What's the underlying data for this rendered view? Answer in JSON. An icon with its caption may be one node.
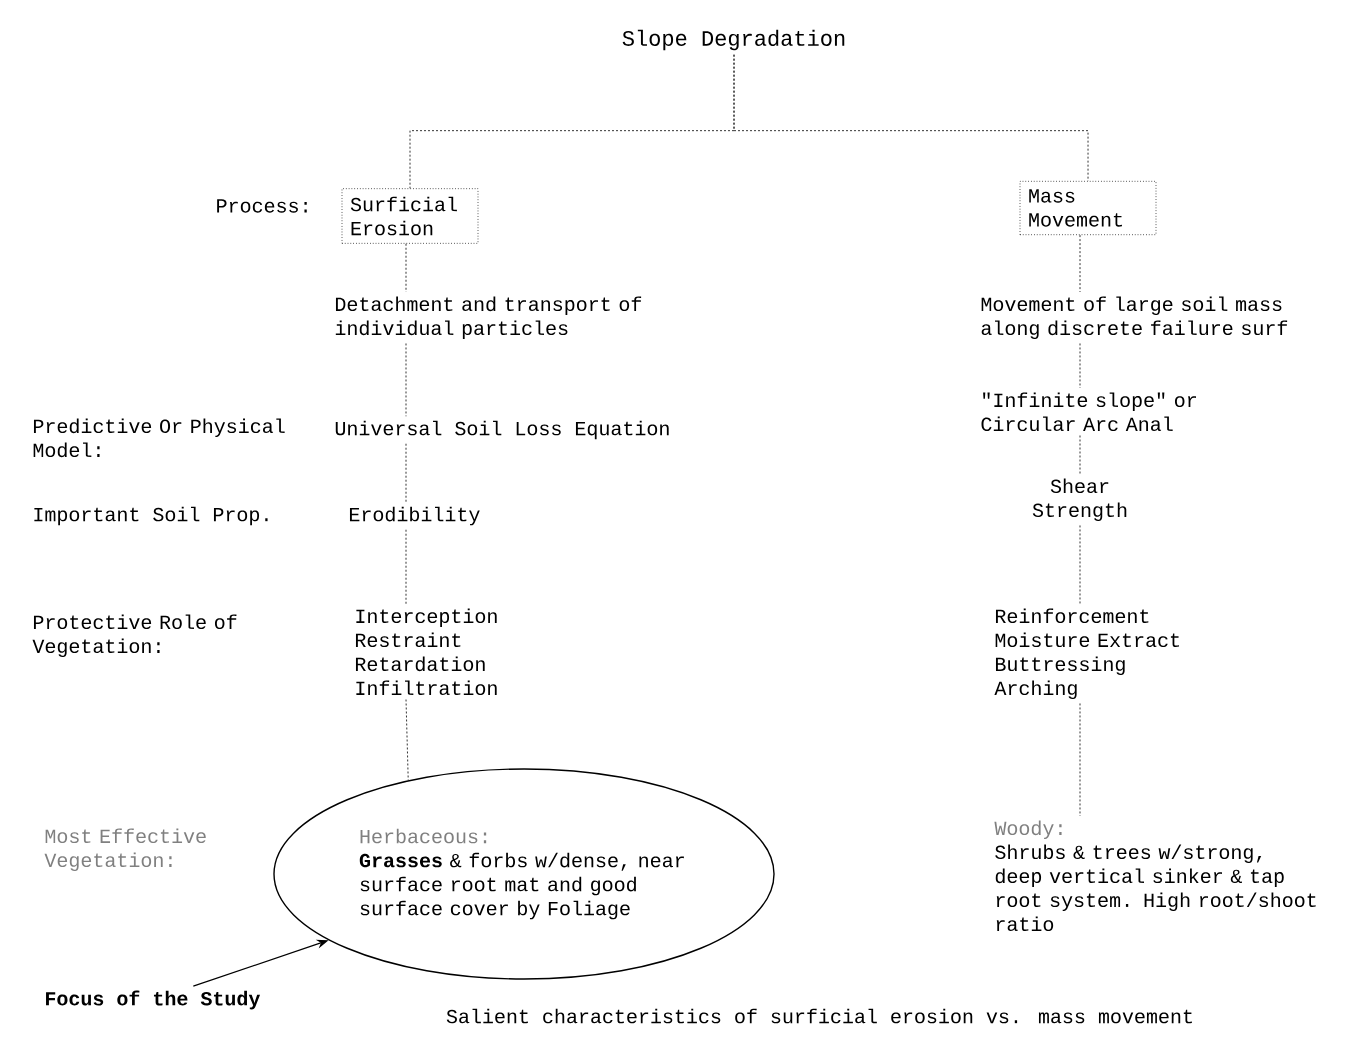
{
  "diagram": {
    "caption": "Salient characteristics of surficial erosion vs. mass movement",
    "nodes": [
      {
        "text": [
          "Slope Degradation"
        ]
      },
      {
        "text": [
          "Surficial Erosion"
        ]
      },
      {
        "text": [
          "Mass Movement"
        ]
      },
      {
        "text": [
          "Detachment and transport of individual particles"
        ]
      },
      {
        "text": [
          "Universal Soil Loss Equation"
        ]
      },
      {
        "text": [
          "Erodibility"
        ]
      },
      {
        "text": [
          "Interception Restraint Retardation Infiltration"
        ]
      },
      {
        "text": [
          "Herbaceous:",
          "**Grasses** & forbs w/dense, near surface root mat and good surface cover by Foliage"
        ]
      },
      {
        "text": [
          "Movement of large soil mass along discrete failure surf"
        ]
      },
      {
        "text": [
          "\"Infinite slope\" or Circular Arc Anal"
        ]
      },
      {
        "text": [
          "Shear Strength"
        ]
      },
      {
        "text": [
          "Reinforcement Moisture Extract Buttressing Arching"
        ]
      },
      {
        "text": [
          "Woody:",
          "Shrubs & trees w/strong, deep vertical sinker & tap root system. High root/shoot ratio"
        ]
      },
      {
        "text": [
          "Focus of the Study"
        ]
      }
    ],
    "edges": [
      {
        "from": 0,
        "to": 1,
        "arrow": "none",
        "style": "dashed"
      },
      {
        "from": 0,
        "to": 2,
        "arrow": "none",
        "style": "dashed"
      },
      {
        "from": 1,
        "to": 3,
        "arrow": "none",
        "style": "dashed"
      },
      {
        "from": 3,
        "to": 4,
        "arrow": "none",
        "style": "dashed"
      },
      {
        "from": 4,
        "to": 5,
        "arrow": "none",
        "style": "dashed"
      },
      {
        "from": 5,
        "to": 6,
        "arrow": "none",
        "style": "dashed"
      },
      {
        "from": 6,
        "to": 7,
        "arrow": "none",
        "style": "dashed"
      },
      {
        "from": 2,
        "to": 8,
        "arrow": "none",
        "style": "dashed"
      },
      {
        "from": 8,
        "to": 9,
        "arrow": "none",
        "style": "dashed"
      },
      {
        "from": 9,
        "to": 10,
        "arrow": "none",
        "style": "dashed"
      },
      {
        "from": 10,
        "to": 11,
        "arrow": "none",
        "style": "dashed"
      },
      {
        "from": 11,
        "to": 12,
        "arrow": "none",
        "style": "dashed"
      },
      {
        "from": 13,
        "to": 7,
        "arrow": "to"
      }
    ],
    "labels": [
      "Process:",
      "Predictive Or Physical Model:",
      "Important Soil Prop.",
      "Protective Role of Vegetation:",
      "Most Effective Vegetation:"
    ]
  }
}
